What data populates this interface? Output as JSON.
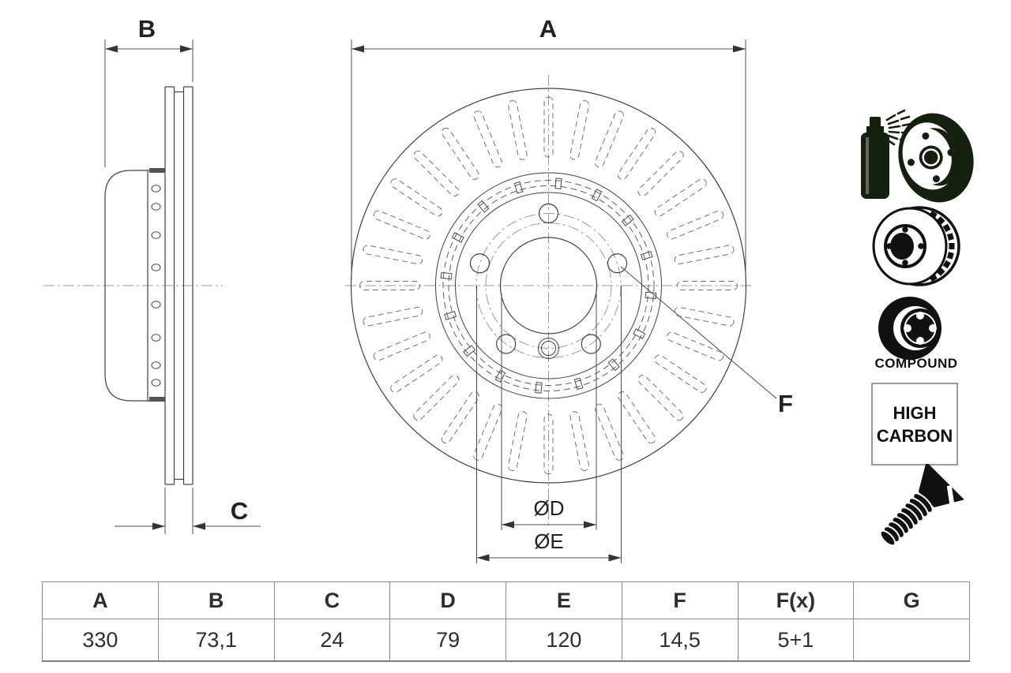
{
  "drawing": {
    "labels": {
      "a": "A",
      "b": "B",
      "c": "C",
      "f": "F",
      "d_dia": "ØD",
      "e_dia": "ØE"
    }
  },
  "icons": {
    "coated_disc_spray": "coated-disc-spray-icon",
    "vented_disc": "vented-disc-icon",
    "compound_disc": "compound-disc-icon",
    "compound_label": "COMPOUND",
    "high_carbon_line1": "HIGH",
    "high_carbon_line2": "CARBON",
    "countersunk_screw": "countersunk-screw-icon"
  },
  "table": {
    "headers": [
      "A",
      "B",
      "C",
      "D",
      "E",
      "F",
      "F(x)",
      "G"
    ],
    "values": [
      "330",
      "73,1",
      "24",
      "79",
      "120",
      "14,5",
      "5+1",
      ""
    ]
  },
  "colors": {
    "line": "#404040",
    "dimension": "#4d4d4d",
    "centerline": "#9a9a9a",
    "icon_dark": "#15200f",
    "table_border": "#8c8c8c"
  }
}
